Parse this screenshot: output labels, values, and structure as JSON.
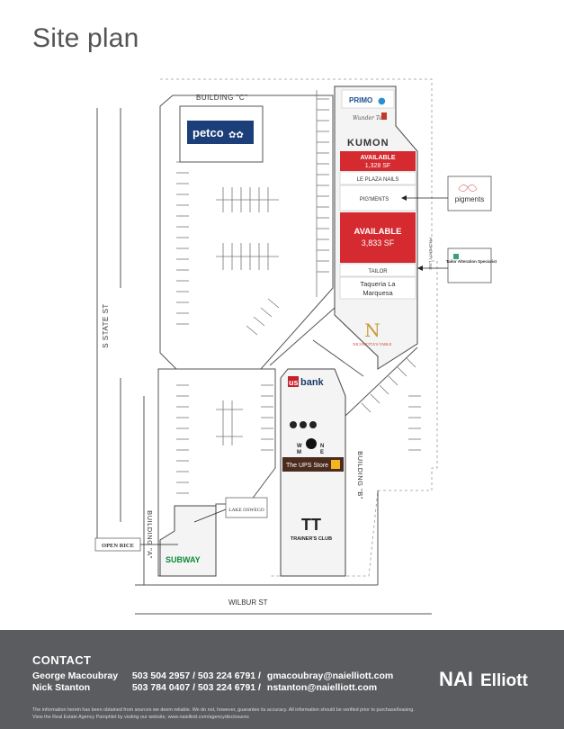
{
  "page": {
    "title": "Site plan"
  },
  "map": {
    "streets": {
      "state": "S STATE ST",
      "wilbur": "WILBUR ST"
    },
    "buildings": {
      "c": "BUILDING \"C\"",
      "b": "BUILDING \"B\"",
      "a": "BUILDING \"A\""
    },
    "property_line": "PROPERTY LINE",
    "units": {
      "primo": "PRIMO",
      "wunder": "Wunder Tea",
      "kumon": "KUMON",
      "available1_title": "AVAILABLE",
      "available1_size": "1,328 SF",
      "nails": "LE PLAZA NAILS",
      "pigments": "PIG'MENTS",
      "available2_title": "AVAILABLE",
      "available2_size": "3,833 SF",
      "tailor": "TAILOR",
      "taqueria1": "Taqueria La",
      "taqueria2": "Marquesa",
      "nicolettas": "NICOLETTA'S TABLE",
      "nicolettas_mark": "N",
      "usbank_us": "us",
      "usbank_bank": "bank",
      "ups": "The UPS Store",
      "trainers": "TRAINER'S CLUB",
      "wlm1": "W",
      "wlm2": "N",
      "wlm3": "M",
      "wlm4": "E",
      "petco": "petco",
      "subway": "SUBWAY",
      "lake_oswego": "LAKE OSWEGO",
      "open_rice": "OPEN RICE"
    },
    "callouts": {
      "pigments": "pigments",
      "tailor": "Tailor Alteration Specialist"
    }
  },
  "footer": {
    "heading": "CONTACT",
    "contacts": [
      {
        "name": "George Macoubray",
        "phones": "503 504 2957  /  503 224 6791  /",
        "email": "gmacoubray@naielliott.com"
      },
      {
        "name": "Nick Stanton",
        "phones": "503 784 0407  /  503 224 6791  /",
        "email": "nstanton@naielliott.com"
      }
    ],
    "disclaimer1": "The information herein has been obtained from sources we deem reliable. We do not, however, guarantee its accuracy. All information should be verified prior to purchase/leasing.",
    "disclaimer2": "View the Real Estate Agency Pamphlet by visiting our website, www.naielliott.com/agencydisclosures",
    "brand_nai": "NAI",
    "brand_elliott": "Elliott"
  }
}
